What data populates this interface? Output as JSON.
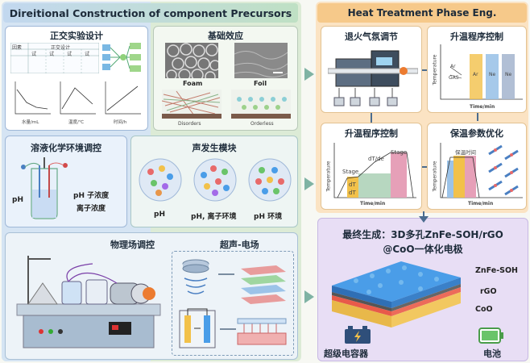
{
  "left_header": "Direitional Construction of component Precursors",
  "right_header": "Heat Treatment Phase Eng.",
  "orthogonal": {
    "title": "正交实验设计",
    "table_col1": "因素",
    "table_header": "正交设计",
    "table_cells": [
      "试",
      "试",
      "试",
      "试"
    ],
    "plot_labels": [
      "水量/mL",
      "温度/℃",
      "时间/h"
    ]
  },
  "basic_effect": {
    "title": "基础效应",
    "foam": "Foam",
    "foil": "Foil",
    "disorders": "Disorders",
    "orderless": "Orderless"
  },
  "solution": {
    "title": "溶液化学环境调控",
    "ph": "pH",
    "ion_conc": "pH 子浓度",
    "ion_conc2": "离子浓度"
  },
  "sound": {
    "title": "声发生模块",
    "labels": [
      "pH",
      "pH, 离子环境",
      "pH 环境"
    ]
  },
  "physics": {
    "title": "物理场调控",
    "subtitle": "超声-电场"
  },
  "annealing": {
    "title": "退火气氛调节"
  },
  "heating1": {
    "title": "升温程序控制",
    "ylabel": "Temperature",
    "xlabel": "Time/min",
    "gases": [
      "Ar",
      "GAS"
    ],
    "bars": [
      "Ar",
      "Ne",
      "Ne"
    ]
  },
  "heating2": {
    "title": "升温程序控制",
    "ylabel": "Temperature",
    "xlabel": "Time/min",
    "stage1": "Stage",
    "stage2": "Stage",
    "dtde": "dT/de",
    "dt1": "dT",
    "dt2": "dT"
  },
  "insulation": {
    "title": "保温参数优化",
    "ylabel": "Temperature",
    "xlabel": "Time/min",
    "hold": "保温时间"
  },
  "final": {
    "title_line1": "最终生成：3D多孔ZnFe-SOH/rGO",
    "title_line2": "@CoO一体化电极",
    "layer1": "ZnFe-SOH",
    "layer2": "rGO",
    "layer3": "CoO",
    "supercap": "超级电容器",
    "battery": "电池"
  },
  "colors": {
    "green_panel": "#dcebd6",
    "blue_panel": "#d7e6f5",
    "orange_panel": "#fbe3c3",
    "purple_panel": "#e6dcf3"
  }
}
